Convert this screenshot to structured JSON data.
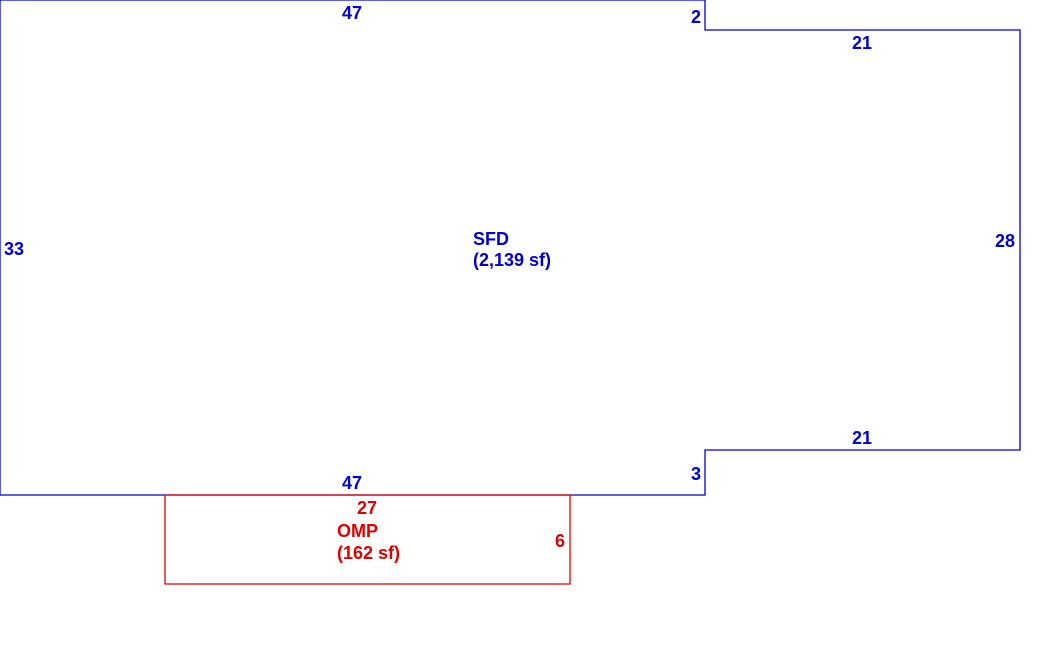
{
  "colors": {
    "sfd": "#0000cc",
    "omp": "#dd0000",
    "background": "#ffffff"
  },
  "sfd": {
    "name": "SFD",
    "area": "(2,139 sf)",
    "dims": {
      "top_main": "47",
      "top_step": "2",
      "top_wing": "21",
      "left": "33",
      "right": "28",
      "bottom_wing": "21",
      "bottom_step": "3",
      "bottom_main": "47"
    }
  },
  "omp": {
    "name": "OMP",
    "area": "(162 sf)",
    "dims": {
      "top": "27",
      "right": "6"
    }
  }
}
